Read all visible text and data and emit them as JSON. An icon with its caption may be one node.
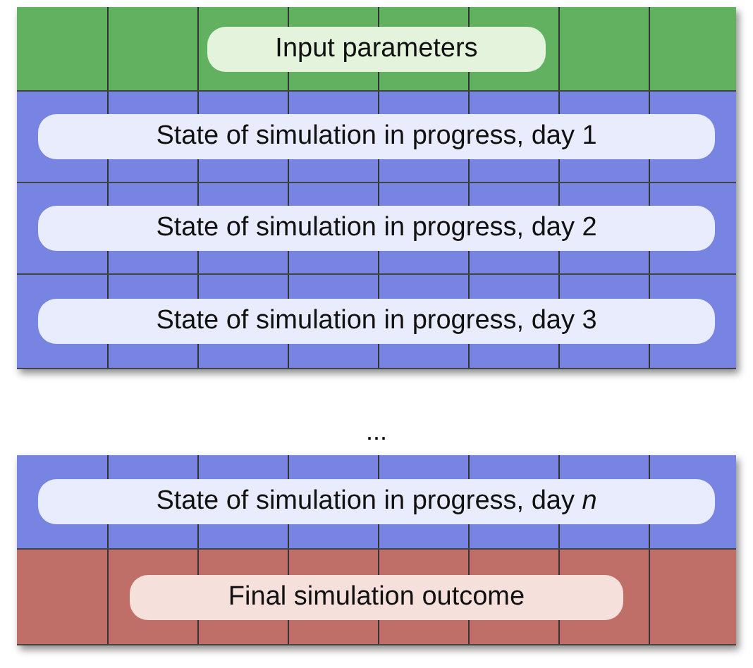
{
  "diagram": {
    "nodes": [
      {
        "text": [
          "Input parameters"
        ]
      },
      {
        "text": [
          "State of simulation in progress, day 1"
        ]
      },
      {
        "text": [
          "State of simulation in progress, day 2"
        ]
      },
      {
        "text": [
          "State of simulation in progress, day 3"
        ]
      },
      {
        "text": [
          "State of simulation in progress, day *n*"
        ]
      },
      {
        "text": [
          "Final simulation outcome"
        ]
      }
    ],
    "edges": [],
    "labels": [
      "..."
    ]
  }
}
